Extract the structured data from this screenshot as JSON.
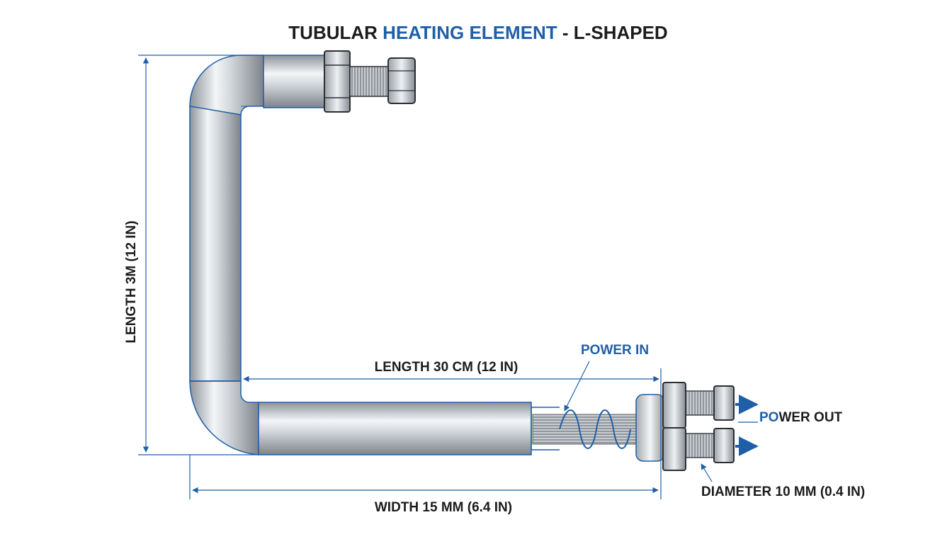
{
  "title": {
    "part1": "TUBULAR ",
    "part2": "HEATING ELEMENT",
    "part3": " - L-SHAPED"
  },
  "dimensions": {
    "vertical_length": "LENGTH 3M (12 IN)",
    "horizontal_length": "LENGTH 30 CM (12 IN)",
    "width": "WIDTH 15 MM (6.4 IN)",
    "diameter": "DIAMETER 10 MM (0.4 IN)"
  },
  "callouts": {
    "power_in": "POWER IN",
    "power_out_a": "PO",
    "power_out_b": "WER OUT"
  },
  "colors": {
    "accent_blue": "#1f5fa8",
    "text_dark": "#1c1c1c",
    "metal_dark": "#8a8f96",
    "metal_light": "#f2f4f6"
  }
}
